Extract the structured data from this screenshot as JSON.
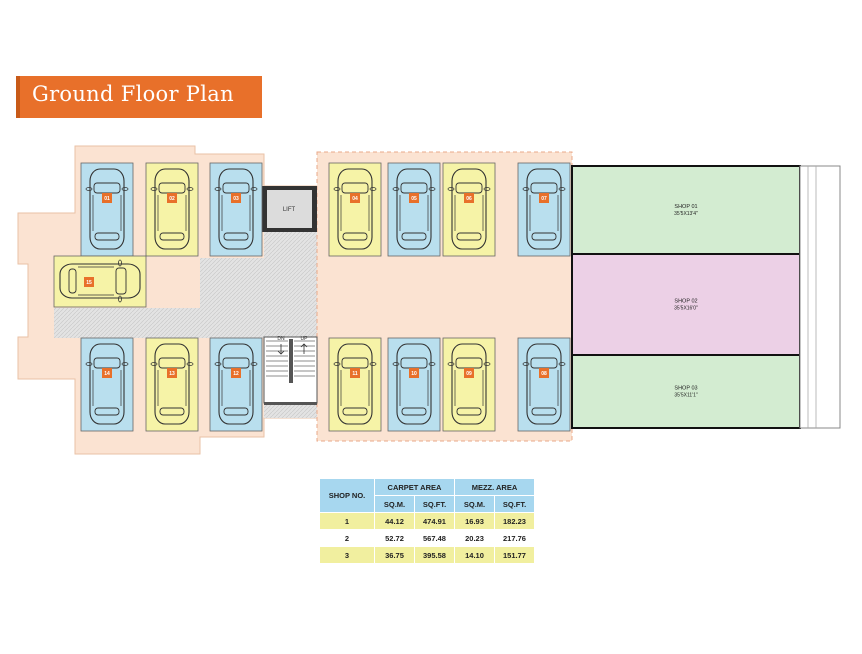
{
  "title": "Ground Floor Plan",
  "colors": {
    "accent": "#e8702a",
    "floor": "#fbe3d2",
    "parking_blue": "#b9dfee",
    "parking_yellow": "#f6f3a7",
    "shop_green": "#d3ecd1",
    "shop_pink": "#ecd0e6",
    "table_header": "#a7d7ef",
    "table_row_alt": "#f1ef9f"
  },
  "plan": {
    "lift_label": "LIFT",
    "stair_labels": [
      "DN",
      "UP"
    ],
    "shops": [
      {
        "label": "SHOP 01",
        "size": "35'5X13'4\""
      },
      {
        "label": "SHOP 02",
        "size": "35'5X16'0\""
      },
      {
        "label": "SHOP 03",
        "size": "35'5X11'1\""
      }
    ],
    "car_labels": [
      "01",
      "02",
      "03",
      "04",
      "05",
      "06",
      "07",
      "08",
      "09",
      "10",
      "11",
      "12",
      "13",
      "14",
      "15"
    ]
  },
  "area_table": {
    "headers": [
      "SHOP NO.",
      "CARPET AREA",
      "MEZZ. AREA"
    ],
    "subheaders": [
      "SQ.M.",
      "SQ.FT.",
      "SQ.M.",
      "SQ.FT."
    ],
    "rows": [
      {
        "no": "1",
        "carpet_sqm": "44.12",
        "carpet_sqft": "474.91",
        "mezz_sqm": "16.93",
        "mezz_sqft": "182.23"
      },
      {
        "no": "2",
        "carpet_sqm": "52.72",
        "carpet_sqft": "567.48",
        "mezz_sqm": "20.23",
        "mezz_sqft": "217.76"
      },
      {
        "no": "3",
        "carpet_sqm": "36.75",
        "carpet_sqft": "395.58",
        "mezz_sqm": "14.10",
        "mezz_sqft": "151.77"
      }
    ]
  }
}
